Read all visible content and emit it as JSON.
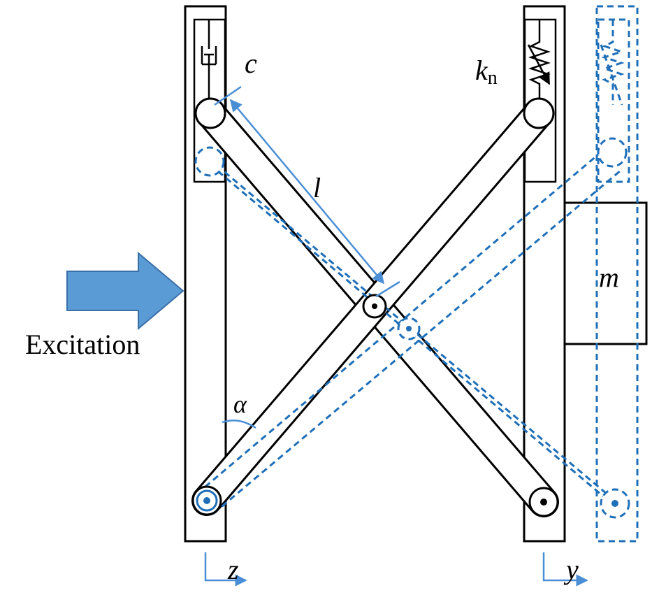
{
  "labels": {
    "damper": "c",
    "spring_k": "k",
    "spring_sub": "n",
    "rod_length": "l",
    "mass": "m",
    "angle": "α",
    "excitation": "Excitation",
    "axis_z": "z",
    "axis_y": "y"
  },
  "colors": {
    "structure": "#000000",
    "displaced": "#1f6fb8",
    "annotation": "#4a8fd6",
    "arrow_fill": "#5b9bd5",
    "arrow_stroke": "#3a6fa8"
  },
  "icons": {
    "excitation": "right-arrow-icon",
    "damper": "dashpot-icon",
    "spring": "spring-icon"
  }
}
